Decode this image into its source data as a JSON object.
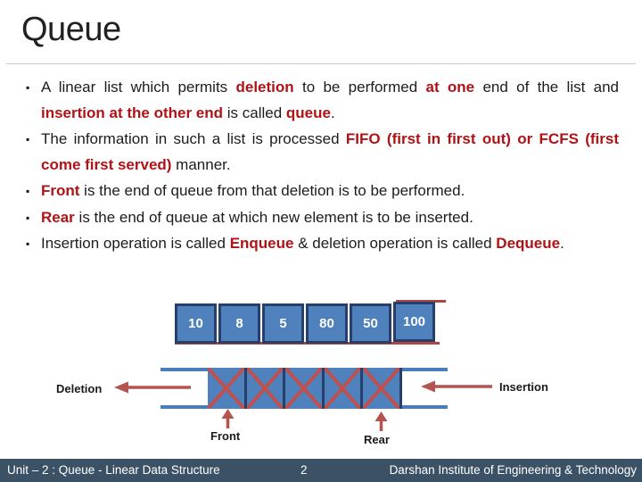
{
  "slide_title": "Queue",
  "bullet_marker": "▪",
  "bullets": [
    {
      "runs": [
        {
          "t": "A linear list which permits "
        },
        {
          "t": "deletion",
          "red": true
        },
        {
          "t": " to be performed "
        },
        {
          "t": "at one",
          "red": true
        },
        {
          "t": " end of the list and "
        },
        {
          "t": "insertion at the other end",
          "red": true
        },
        {
          "t": " is called "
        },
        {
          "t": "queue",
          "red": true
        },
        {
          "t": "."
        }
      ]
    },
    {
      "runs": [
        {
          "t": "The information in such a list is processed "
        },
        {
          "t": "FIFO (first in first out) or FCFS (first come first served)",
          "red": true
        },
        {
          "t": " manner."
        }
      ]
    },
    {
      "runs": [
        {
          "t": "Front",
          "red": true
        },
        {
          "t": " is the end of queue from that deletion is to be performed."
        }
      ]
    },
    {
      "runs": [
        {
          "t": "Rear",
          "red": true
        },
        {
          "t": " is the end of queue at which new element is to be inserted."
        }
      ]
    },
    {
      "runs": [
        {
          "t": "Insertion operation is called "
        },
        {
          "t": "Enqueue",
          "red": true
        },
        {
          "t": " & deletion operation is called "
        },
        {
          "t": "Dequeue",
          "red": true
        },
        {
          "t": "."
        }
      ]
    }
  ],
  "queue_diagram": {
    "values": [
      "10",
      "8",
      "5",
      "80",
      "50",
      "100"
    ],
    "crossed_cell_count": 5,
    "deletion_label": "Deletion",
    "insertion_label": "Insertion",
    "front_label": "Front",
    "rear_label": "Rear"
  },
  "footer": {
    "left_text": "Unit – 2 : Queue - Linear Data Structure",
    "page_number": "2",
    "right_text": "Darshan Institute of Engineering & Technology"
  },
  "colors": {
    "accent_text_red": "#B01215",
    "diagram_arrow_red": "#B5534E",
    "cross_red": "#C0504D",
    "box_fill_blue": "#4F81BD",
    "box_border_navy": "#27406B",
    "rail_blue": "#4A7EBB",
    "accent_line_red": "#A94743",
    "footer_background": "#3B5266"
  }
}
